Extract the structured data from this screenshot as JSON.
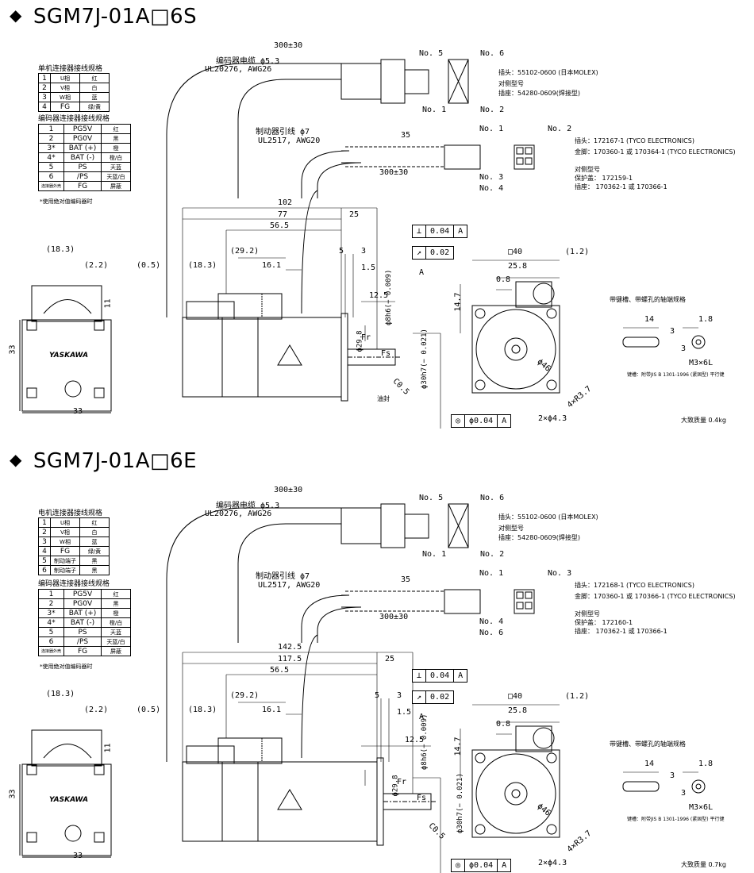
{
  "sections": [
    {
      "title": "SGM7J-01A□6S",
      "motor_table": {
        "caption": "单机连接器接线规格",
        "rows": [
          [
            "1",
            "U相",
            "红"
          ],
          [
            "2",
            "V相",
            "白"
          ],
          [
            "3",
            "W相",
            "蓝"
          ],
          [
            "4",
            "FG",
            "绿/黄"
          ]
        ]
      },
      "encoder_table": {
        "caption": "编码器连接器接线规格",
        "rows": [
          [
            "1",
            "PG5V",
            "红"
          ],
          [
            "2",
            "PG0V",
            "黑"
          ],
          [
            "3*",
            "BAT (+)",
            "橙"
          ],
          [
            "4*",
            "BAT (-)",
            "橙/白"
          ],
          [
            "5",
            "PS",
            "天蓝"
          ],
          [
            "6",
            "/PS",
            "天蓝/白"
          ],
          [
            "连接器外壳",
            "FG",
            "屏蔽"
          ]
        ],
        "note": "*使用绝对值编码器时"
      },
      "dims": {
        "cable_len": "300±30",
        "encoder_cable": "编码器电缆 ϕ5.3",
        "encoder_cable_spec": "UL20276, AWG26",
        "brake_cable": "制动器引线 ϕ7",
        "brake_cable_spec": "UL2517, AWG20",
        "brake_len": "35",
        "brake_cable_len": "300±30",
        "total_len": "102",
        "body_len": "77",
        "shaft_len": "25",
        "d_565": "56.5",
        "d_292": "(29.2)",
        "d_161": "16.1",
        "d_5": "5",
        "d_3": "3",
        "d_15": "1.5",
        "d_125": "12.5",
        "d_05": "(0.5)",
        "d_183a": "(18.3)",
        "d_183b": "(18.3)",
        "d_22": "(2.2)",
        "d_11": "11",
        "d_33h": "33",
        "d_33w": "33",
        "d_298": "ϕ29.8",
        "d_shaft": "ϕ8h6(− 0.009)",
        "d_pilot": "ϕ30h7(− 0.021)",
        "d_c05": "C0.5",
        "d_sq40": "□40",
        "d_12": "(1.2)",
        "d_258": "25.8",
        "d_08": "0.8",
        "d_147": "14.7",
        "d_46": "ϕ46",
        "d_r37": "4×R3.7",
        "d_holes": "2×ϕ4.3",
        "fr": "Fr",
        "fs": "Fs",
        "oil_seal": "油封"
      },
      "tol1": [
        "⊥",
        "0.04",
        "A"
      ],
      "tol2": [
        "↗",
        "0.02"
      ],
      "tol3": [
        "◎",
        "ϕ0.04",
        "A"
      ],
      "datum": "A",
      "enc_conn": {
        "no5": "No. 5",
        "no6": "No. 6",
        "no1": "No. 1",
        "no2": "No. 2",
        "plug": "插头：55102-0600 (日本MOLEX)",
        "mate": "对侧型号",
        "socket": "插座：54280-0609(焊接型)"
      },
      "brk_conn": {
        "no1": "No. 1",
        "no2": "No. 2",
        "no3": "No. 3",
        "no4": "No. 4",
        "plug": "插头：172167-1 (TYCO ELECTRONICS)",
        "pin": "金脚：170360-1 或 170364-1 (TYCO ELECTRONICS)",
        "mate": "对侧型号",
        "cover": "保护盖： 172159-1",
        "socket": "插座： 170362-1 或 170366-1"
      },
      "keyway": {
        "title": "带键槽、带螺孔的轴端规格",
        "d14": "14",
        "d18": "1.8",
        "d3a": "3",
        "d3b": "3",
        "screw": "M3×6L",
        "note": "键槽：附带JIS B 1301-1996 (紧固型) 平行键"
      },
      "mass": "大致质量 0.4kg",
      "logo": "YASKAWA"
    },
    {
      "title": "SGM7J-01A□6E",
      "motor_table": {
        "caption": "电机连接器接线规格",
        "rows": [
          [
            "1",
            "U相",
            "红"
          ],
          [
            "2",
            "V相",
            "白"
          ],
          [
            "3",
            "W相",
            "蓝"
          ],
          [
            "4",
            "FG",
            "绿/黄"
          ],
          [
            "5",
            "制动端子",
            "黑"
          ],
          [
            "6",
            "制动端子",
            "黑"
          ]
        ]
      },
      "encoder_table": {
        "caption": "编码器连接器接线规格",
        "rows": [
          [
            "1",
            "PG5V",
            "红"
          ],
          [
            "2",
            "PG0V",
            "黑"
          ],
          [
            "3*",
            "BAT (+)",
            "橙"
          ],
          [
            "4*",
            "BAT (-)",
            "橙/白"
          ],
          [
            "5",
            "PS",
            "天蓝"
          ],
          [
            "6",
            "/PS",
            "天蓝/白"
          ],
          [
            "连接器外壳",
            "FG",
            "屏蔽"
          ]
        ],
        "note": "*使用绝对值编码器时"
      },
      "dims": {
        "cable_len": "300±30",
        "encoder_cable": "编码器电缆 ϕ5.3",
        "encoder_cable_spec": "UL20276, AWG26",
        "brake_cable": "制动器引线 ϕ7",
        "brake_cable_spec": "UL2517, AWG20",
        "brake_len": "35",
        "brake_cable_len": "300±30",
        "total_len": "142.5",
        "body_len": "117.5",
        "shaft_len": "25",
        "d_565": "56.5",
        "d_292": "(29.2)",
        "d_161": "16.1",
        "d_5": "5",
        "d_3": "3",
        "d_15": "1.5",
        "d_125": "12.5",
        "d_05": "(0.5)",
        "d_183a": "(18.3)",
        "d_183b": "(18.3)",
        "d_22": "(2.2)",
        "d_11": "11",
        "d_33h": "33",
        "d_33w": "33",
        "d_298": "ϕ29.8",
        "d_shaft": "ϕ8h6(− 0.009)",
        "d_pilot": "ϕ30h7(− 0.021)",
        "d_c05": "C0.5",
        "d_sq40": "□40",
        "d_12": "(1.2)",
        "d_258": "25.8",
        "d_08": "0.8",
        "d_147": "14.7",
        "d_46": "ϕ46",
        "d_r37": "4×R3.7",
        "d_holes": "2×ϕ4.3",
        "fr": "Fr",
        "fs": "Fs",
        "oil_seal": ""
      },
      "tol1": [
        "⊥",
        "0.04",
        "A"
      ],
      "tol2": [
        "↗",
        "0.02"
      ],
      "tol3": [
        "◎",
        "ϕ0.04",
        "A"
      ],
      "datum": "A",
      "enc_conn": {
        "no5": "No. 5",
        "no6": "No. 6",
        "no1": "No. 1",
        "no2": "No. 2",
        "plug": "插头：55102-0600 (日本MOLEX)",
        "mate": "对侧型号",
        "socket": "插座：54280-0609(焊接型)"
      },
      "brk_conn": {
        "no1": "No. 1",
        "no2": "No. 3",
        "no3": "No. 4",
        "no4": "No. 6",
        "plug": "插头：172168-1 (TYCO ELECTRONICS)",
        "pin": "金脚：170360-1 或 170366-1 (TYCO ELECTRONICS)",
        "mate": "对侧型号",
        "cover": "保护盖： 172160-1",
        "socket": "插座： 170362-1 或 170366-1"
      },
      "keyway": {
        "title": "带键槽、带螺孔的轴端规格",
        "d14": "14",
        "d18": "1.8",
        "d3a": "3",
        "d3b": "3",
        "screw": "M3×6L",
        "note": "键槽：附带JIS B 1301-1996 (紧固型) 平行键"
      },
      "mass": "大致质量 0.7kg",
      "logo": "YASKAWA"
    }
  ]
}
